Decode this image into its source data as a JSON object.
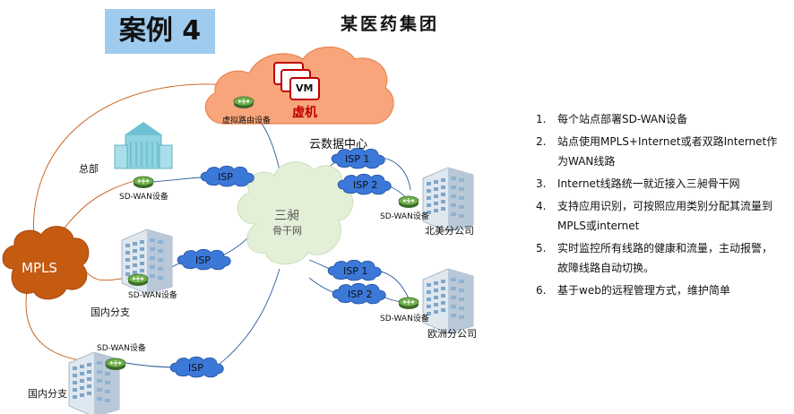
{
  "header": {
    "case_label": "案例 4",
    "title": "某医药集团"
  },
  "nodes": {
    "vm_label": "VM",
    "vm_text": "虚机",
    "virtual_router": "虚拟路由设备",
    "cloud_dc": "云数据中心",
    "backbone_line1": "三昶",
    "backbone_line2": "骨干网",
    "hq": "总部",
    "mpls": "MPLS",
    "isp": "ISP",
    "isp1": "ISP 1",
    "isp2": "ISP 2",
    "sdwan": "SD-WAN设备",
    "north_america": "北美分公司",
    "europe": "欧洲分公司",
    "domestic_1": "国内分支",
    "domestic_2": "国内分支"
  },
  "features": [
    {
      "num": "1.",
      "text": "每个站点部署SD-WAN设备"
    },
    {
      "num": "2.",
      "text": "站点使用MPLS+Internet或者双路Internet作为WAN线路"
    },
    {
      "num": "3.",
      "text": "Internet线路统一就近接入三昶骨干网"
    },
    {
      "num": "4.",
      "text": "支持应用识别，可按照应用类别分配其流量到MPLS或internet"
    },
    {
      "num": "5.",
      "text": "实时监控所有线路的健康和流量，主动报警，故障线路自动切换。"
    },
    {
      "num": "6.",
      "text": "基于web的远程管理方式，维护简单"
    }
  ],
  "colors": {
    "badge": "#9fcbee",
    "cloud_orange": "#f8a57c",
    "mpls_orange": "#c55a11",
    "isp_blue": "#3b78d8",
    "backbone_green": "#e4efd8",
    "line_blue": "#2e5d9e",
    "line_orange": "#c55a11"
  }
}
